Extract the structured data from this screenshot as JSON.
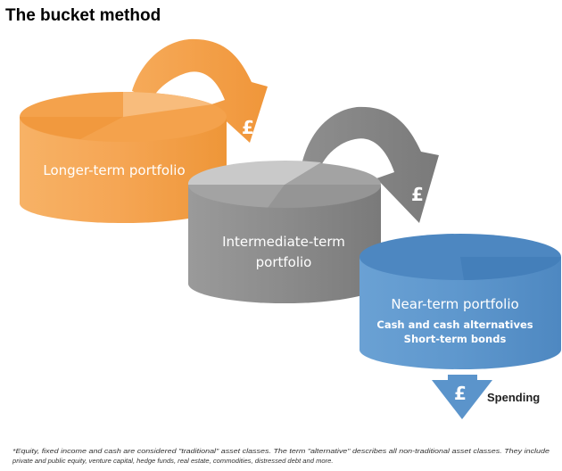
{
  "title": "The bucket method",
  "colors": {
    "orange": "#F5A553",
    "orange_dark": "#EC8E2E",
    "gray": "#8B8B8B",
    "gray_dark": "#737373",
    "blue": "#5E97CD",
    "blue_dark": "#4A86C0"
  },
  "buckets": [
    {
      "label": "Longer-term portfolio",
      "color": "orange"
    },
    {
      "label_lines": [
        "Intermediate-term",
        "portfolio"
      ],
      "color": "gray"
    },
    {
      "label": "Near-term portfolio",
      "sub_lines": [
        "Cash and cash alternatives",
        "Short-term bonds"
      ],
      "color": "blue"
    }
  ],
  "arrows": [
    {
      "symbol": "£",
      "icon": "curved-arrow-icon",
      "color": "orange"
    },
    {
      "symbol": "£",
      "icon": "curved-arrow-icon",
      "color": "gray"
    },
    {
      "symbol": "£",
      "icon": "down-arrow-icon",
      "color": "blue"
    }
  ],
  "spending_label": "Spending",
  "footnote_lines": [
    "*Equity, fixed income and cash are considered \"traditional\" asset classes. The term \"alternative\" describes all non-traditional asset classes. They include",
    "private and public equity, venture capital, hedge funds, real estate, commodities, distressed debt and more."
  ]
}
